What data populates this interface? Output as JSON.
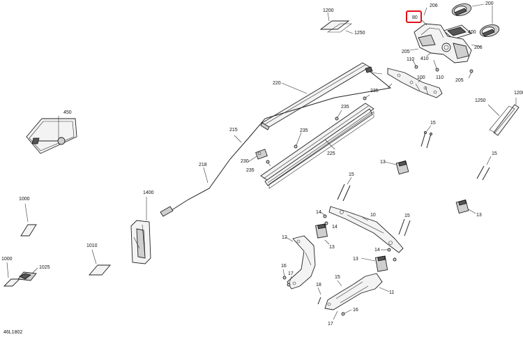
{
  "highlight_color": "#e0101a",
  "labels": {
    "l1200a": "1200",
    "l1250a": "1250",
    "l206": "206",
    "l80": "80",
    "l200": "200",
    "l400": "400",
    "l205a": "205",
    "l410": "410",
    "l206b": "206",
    "l110a": "110",
    "l100": "100",
    "l110b": "110",
    "l205b": "205",
    "l235a": "235",
    "l220": "220",
    "l1250b": "1250",
    "l1200b": "1200",
    "l235b": "235",
    "l450": "450",
    "l215": "215",
    "l235c": "235",
    "l15a": "15",
    "l225": "225",
    "l230": "230",
    "l235d": "235",
    "l13a": "13",
    "l218": "218",
    "l15b": "15",
    "l15c": "15",
    "l1400": "1400",
    "l1000a": "1000",
    "l10": "10",
    "l14a": "14",
    "l14b": "14",
    "l13b": "13",
    "l15d": "15",
    "l13c": "13",
    "l12": "12",
    "l13d": "13",
    "l1010": "1010",
    "l14c": "14",
    "l1000b": "1000",
    "l1025": "1025",
    "l16a": "16",
    "l17a": "17",
    "l15e": "15",
    "l18": "18",
    "l11": "11",
    "l16b": "16",
    "l17b": "17"
  },
  "footer_code": "46L1802"
}
